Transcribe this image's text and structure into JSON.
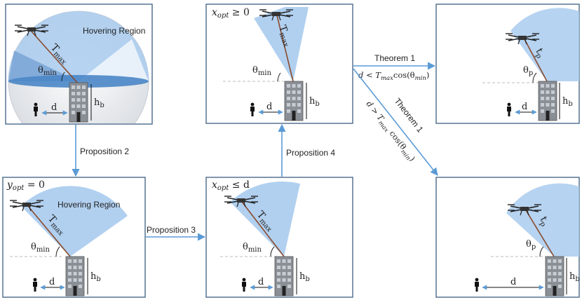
{
  "panels": {
    "p1": {
      "region_label": "Hovering Region",
      "tmax": "T",
      "tmax_sub": "max",
      "theta": "θ",
      "theta_sub": "min",
      "d": "d",
      "hb": "h",
      "hb_sub": "b"
    },
    "p2": {
      "condition": "x",
      "condition_sub": "opt",
      "condition_rest": " ≥ 0",
      "tmax": "T",
      "tmax_sub": "max",
      "theta": "θ",
      "theta_sub": "min",
      "d": "d",
      "hb": "h",
      "hb_sub": "b"
    },
    "p3": {
      "tp": "t",
      "tp_sub": "p",
      "theta": "θ",
      "theta_sub": "p",
      "d": "d",
      "hb": "h",
      "hb_sub": "b"
    },
    "p4": {
      "condition": "y",
      "condition_sub": "opt",
      "condition_rest": " = 0",
      "region_label": "Hovering Region",
      "tmax": "T",
      "tmax_sub": "max",
      "theta": "θ",
      "theta_sub": "min",
      "d": "d",
      "hb": "h",
      "hb_sub": "b"
    },
    "p5": {
      "condition": "x",
      "condition_sub": "opt",
      "condition_rest": " ≤ d",
      "tmax": "T",
      "tmax_sub": "max",
      "theta": "θ",
      "theta_sub": "min",
      "d": "d",
      "hb": "h",
      "hb_sub": "b"
    },
    "p6": {
      "tp": "t",
      "tp_sub": "p",
      "theta": "θ",
      "theta_sub": "p",
      "d": "d",
      "hb": "h",
      "hb_sub": "b"
    }
  },
  "arrows": {
    "prop2": "Proposition 2",
    "prop3": "Proposition 3",
    "prop4": "Proposition 4",
    "thm1_top": "Theorem 1",
    "thm1_top_cond": {
      "a": "d < T",
      "a_sub": "max",
      "b": "cos(θ",
      "b_sub": "min",
      "c": ")"
    },
    "thm1_bottom": "Theorem 1",
    "thm1_bottom_cond": {
      "a": "d > T",
      "a_sub": "max",
      "b": " cos(θ",
      "b_sub": "min",
      "c": ")"
    }
  },
  "colors": {
    "frame": "#4a6a8a",
    "arrow": "#5b9bd5",
    "region": "#a9cbee",
    "region_dark": "#4a86c6",
    "cable": "#8b4a2b"
  }
}
